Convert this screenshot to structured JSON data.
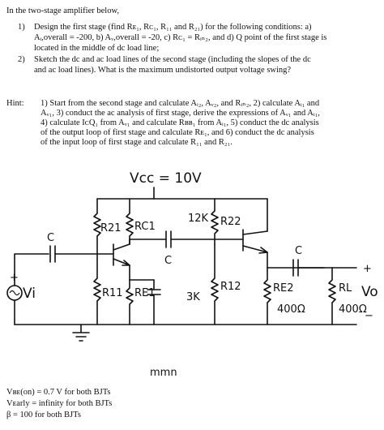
{
  "problem": {
    "intro": "In the two-stage amplifier below,",
    "items": [
      {
        "num": "1)",
        "lines": [
          "Design the first stage (find Rᴇ₁, Rᴄ₁, R₁₁ and R₂₁) for the following conditions: a)",
          "Aᵢ,overall = -200, b) Aᵥ,overall = -20, c) Rᴄ₁ = Rᵢₙ₂, and d) Q point of the first stage is",
          "located in the middle of dc load line;"
        ]
      },
      {
        "num": "2)",
        "lines": [
          "Sketch the dc and ac load lines of the second stage (including the slopes of the dc",
          "and ac load lines). What is the maximum undistorted output voltage swing?"
        ]
      }
    ]
  },
  "hint": {
    "label": "Hint:",
    "lines": [
      "1) Start from the second stage and calculate Aᵢ₂, Aᵥ₂, and Rᵢₙ₂, 2) calculate Aᵢ₁ and",
      "Aᵥ₁, 3) conduct the ac analysis of first stage, derive the expressions of Aᵥ₁ and Aᵢ₁,",
      "4) calculate IᴄQ₁ from Aᵥ₁ and calculate Rʙʙ₁ from Aᵢ₁, 5) conduct the dc analysis",
      "of the output loop of first stage and calculate Rᴇ₁, and 6) conduct the dc analysis",
      "of the input loop of first stage and calculate R₁₁ and R₂₁."
    ]
  },
  "circuit": {
    "vcc": "Vcc = 10V",
    "r21": "R21",
    "rc1": "RC1",
    "r22_value": "12K",
    "r22": "R22",
    "c_in": "C",
    "c_mid": "C",
    "c_out": "C",
    "r11": "R11",
    "re1": "RE1",
    "re1_value": "3K",
    "r12": "R12",
    "re2": "RE2",
    "re2_value": "400Ω",
    "rl": "RL",
    "rl_value": "400Ω",
    "vi": "Vi",
    "vo": "Vo",
    "plus_in": "+",
    "plus_out": "+",
    "minus_out": "−",
    "scribble": "mmn"
  },
  "footnotes": [
    "Vʙᴇ(on) = 0.7 V for both BJTs",
    "Vᴇarly = infinity for both BJTs",
    "β = 100 for both BJTs"
  ]
}
